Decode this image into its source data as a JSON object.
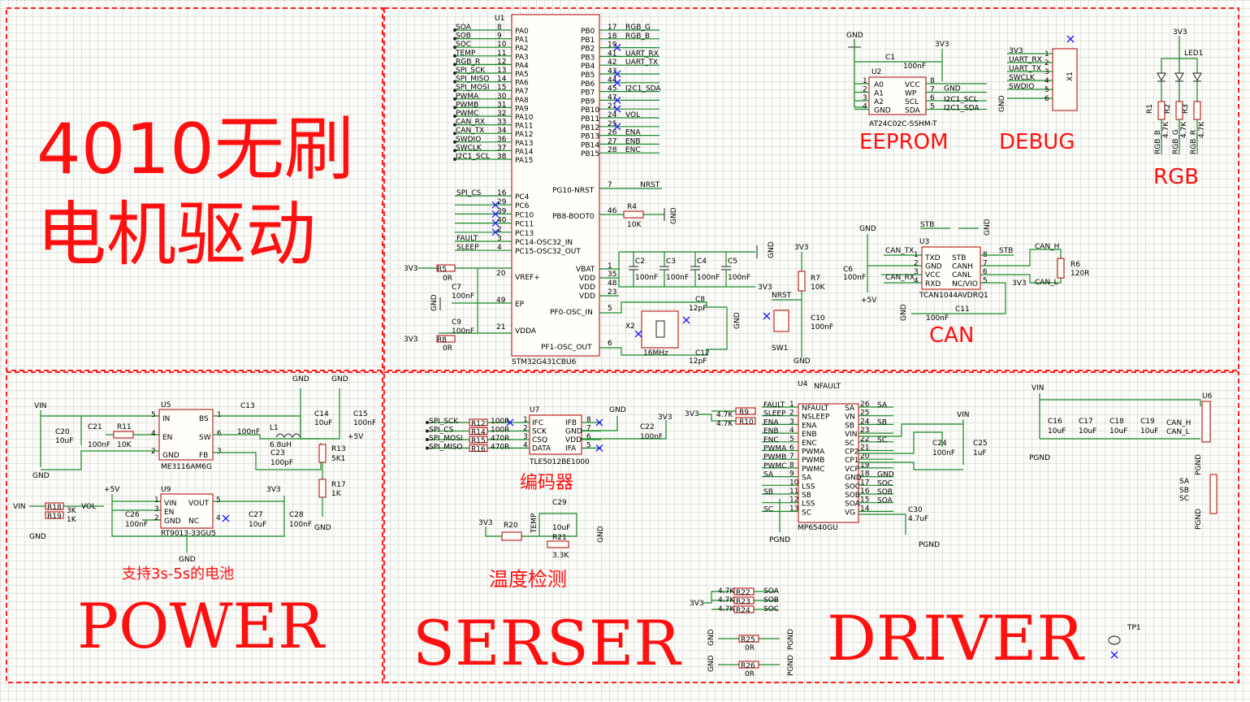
{
  "titles": {
    "main_line1": "4010无刷",
    "main_line2": "电机驱动",
    "eeprom": "EEPROM",
    "debug": "DEBUG",
    "rgb": "RGB",
    "can": "CAN",
    "power": "POWER",
    "battery_note": "支持3s-5s的电池",
    "encoder": "编码器",
    "temp": "温度检测",
    "serser": "SERSER",
    "driver": "DRIVER"
  },
  "mcu": {
    "ref": "U1",
    "part": "STM32G431CBU6",
    "left_pins": [
      {
        "net": "SOA",
        "num": "8",
        "name": "PA0"
      },
      {
        "net": "SOB",
        "num": "9",
        "name": "PA1"
      },
      {
        "net": "SOC",
        "num": "10",
        "name": "PA2"
      },
      {
        "net": "TEMP",
        "num": "11",
        "name": "PA3"
      },
      {
        "net": "RGB_R",
        "num": "12",
        "name": "PA4"
      },
      {
        "net": "SPI_SCK",
        "num": "13",
        "name": "PA5"
      },
      {
        "net": "SPI_MISO",
        "num": "14",
        "name": "PA6"
      },
      {
        "net": "SPI_MOSI",
        "num": "15",
        "name": "PA7"
      },
      {
        "net": "PWMA",
        "num": "30",
        "name": "PA8"
      },
      {
        "net": "PWMB",
        "num": "31",
        "name": "PA9"
      },
      {
        "net": "PWMC",
        "num": "32",
        "name": "PA10"
      },
      {
        "net": "CAN_RX",
        "num": "33",
        "name": "PA11"
      },
      {
        "net": "CAN_TX",
        "num": "34",
        "name": "PA12"
      },
      {
        "net": "SWDIO",
        "num": "36",
        "name": "PA13"
      },
      {
        "net": "SWCLK",
        "num": "37",
        "name": "PA14"
      },
      {
        "net": "I2C1_SCL",
        "num": "38",
        "name": "PA15"
      }
    ],
    "left_pins_c": [
      {
        "net": "SPI_CS",
        "num": "16",
        "name": "PC4"
      },
      {
        "net": "",
        "num": "29",
        "name": "PC6"
      },
      {
        "net": "",
        "num": "39",
        "name": "PC10"
      },
      {
        "net": "",
        "num": "40",
        "name": "PC11"
      },
      {
        "net": "",
        "num": "2",
        "name": "PC13"
      },
      {
        "net": "FAULT",
        "num": "3",
        "name": "PC14-OSC32_IN"
      },
      {
        "net": "SLEEP",
        "num": "4",
        "name": "PC15-OSC32_OUT"
      }
    ],
    "right_pins": [
      {
        "net": "RGB_G",
        "num": "17",
        "name": "PB0"
      },
      {
        "net": "RGB_B",
        "num": "18",
        "name": "PB1"
      },
      {
        "net": "",
        "num": "19",
        "name": "PB2"
      },
      {
        "net": "UART_RX",
        "num": "41",
        "name": "PB3"
      },
      {
        "net": "UART_TX",
        "num": "42",
        "name": "PB4"
      },
      {
        "net": "",
        "num": "43",
        "name": "PB5"
      },
      {
        "net": "",
        "num": "44",
        "name": "PB6"
      },
      {
        "net": "I2C1_SDA",
        "num": "45",
        "name": "PB7"
      },
      {
        "net": "",
        "num": "47",
        "name": "PB9"
      },
      {
        "net": "",
        "num": "21",
        "name": "PB10"
      },
      {
        "net": "VOL",
        "num": "24",
        "name": "PB11"
      },
      {
        "net": "",
        "num": "25",
        "name": "PB12"
      },
      {
        "net": "ENA",
        "num": "26",
        "name": "PB13"
      },
      {
        "net": "ENB",
        "num": "27",
        "name": "PB14"
      },
      {
        "net": "ENC",
        "num": "28",
        "name": "PB15"
      }
    ],
    "misc_pins": {
      "nrst": {
        "num": "7",
        "name": "PG10-NRST",
        "net": "NRST"
      },
      "boot": {
        "num": "46",
        "name": "PB8-BOOT0"
      },
      "vref": {
        "num": "20",
        "name": "VREF+"
      },
      "ep": {
        "num": "49",
        "name": "EP"
      },
      "vdda": {
        "num": "21",
        "name": "VDDA"
      },
      "vbat": {
        "num": "1",
        "name": "VBAT"
      },
      "vdd1": {
        "num": "35",
        "name": "VDD"
      },
      "vdd2": {
        "num": "48",
        "name": "VDD"
      },
      "vdd3": {
        "num": "23",
        "name": "VDD"
      },
      "osc_in": {
        "num": "5",
        "name": "PF0-OSC_IN"
      },
      "osc_out": {
        "num": "6",
        "name": "PF1-OSC_OUT"
      }
    }
  },
  "labels": {
    "gnd": "GND",
    "pgnd": "PGND",
    "v33": "3V3",
    "vin": "VIN",
    "p5v": "+5V",
    "nrst": "NRST",
    "stb": "STB",
    "can_h": "CAN_H",
    "can_l": "CAN_L",
    "can_tx": "CAN_TX",
    "can_rx": "CAN_RX",
    "sw1": "SW1",
    "x2": "X2",
    "x2_val": "16MHz",
    "tp1": "TP1",
    "nfault": "NFAULT"
  },
  "parts": {
    "R4": {
      "ref": "R4",
      "val": "10K"
    },
    "R5": {
      "ref": "R5",
      "val": "0R"
    },
    "R8": {
      "ref": "R8",
      "val": "0R"
    },
    "C7": {
      "ref": "C7",
      "val": "100nF"
    },
    "C9": {
      "ref": "C9",
      "val": "100nF"
    },
    "C2": {
      "ref": "C2",
      "val": "100nF"
    },
    "C3": {
      "ref": "C3",
      "val": "100nF"
    },
    "C4": {
      "ref": "C4",
      "val": "100nF"
    },
    "C5": {
      "ref": "C5",
      "val": "100nF"
    },
    "C8": {
      "ref": "C8",
      "val": "12pF"
    },
    "C12": {
      "ref": "C12",
      "val": "12pF"
    },
    "R7": {
      "ref": "R7",
      "val": "10K"
    },
    "C10": {
      "ref": "C10",
      "val": "100nF"
    },
    "C1": {
      "ref": "C1",
      "val": "100nF"
    },
    "U2": {
      "ref": "U2",
      "part": "AT24C02C-SSHM-T"
    },
    "X1": {
      "ref": "X1"
    },
    "LED1": {
      "ref": "LED1"
    },
    "R1": {
      "ref": "R1",
      "val": "4.7K"
    },
    "R2": {
      "ref": "R2",
      "val": "4.7K"
    },
    "R3": {
      "ref": "R3",
      "val": "4.7K"
    },
    "U3": {
      "ref": "U3",
      "part": "TCAN1044AVDRQ1"
    },
    "C6": {
      "ref": "C6",
      "val": "100nF"
    },
    "C11": {
      "ref": "C11",
      "val": "100nF"
    },
    "R6": {
      "ref": "R6",
      "val": "120R"
    },
    "U5": {
      "ref": "U5",
      "part": "ME3116AM6G"
    },
    "C20": {
      "ref": "C20",
      "val": "10uF"
    },
    "C21": {
      "ref": "C21",
      "val": "100nF"
    },
    "R11": {
      "ref": "R11",
      "val": "10K"
    },
    "C13": {
      "ref": "C13",
      "val": "100nF"
    },
    "L1": {
      "ref": "L1",
      "val": "6.8uH"
    },
    "C23": {
      "ref": "C23",
      "val": "100pF"
    },
    "C14": {
      "ref": "C14",
      "val": "10uF"
    },
    "C15": {
      "ref": "C15",
      "val": "100nF"
    },
    "R13": {
      "ref": "R13",
      "val": "5K1"
    },
    "R17": {
      "ref": "R17",
      "val": "1K"
    },
    "U9": {
      "ref": "U9",
      "part": "RT9013-33GU5"
    },
    "R18": {
      "ref": "R18",
      "val": "3K"
    },
    "R19": {
      "ref": "R19",
      "val": "1K"
    },
    "C26": {
      "ref": "C26",
      "val": "100nF"
    },
    "C27": {
      "ref": "C27",
      "val": "10uF"
    },
    "C28": {
      "ref": "C28",
      "val": "100nF"
    },
    "U7": {
      "ref": "U7",
      "part": "TLE5012BE1000"
    },
    "C22": {
      "ref": "C22",
      "val": "100nF"
    },
    "R20": {
      "ref": "R20"
    },
    "C29": {
      "ref": "C29",
      "val": "10uF"
    },
    "R21": {
      "ref": "R21",
      "val": "3.3K"
    },
    "U4": {
      "ref": "U4",
      "part": "MP6540GU"
    },
    "C24": {
      "ref": "C24",
      "val": "100nF"
    },
    "C25": {
      "ref": "C25",
      "val": "1uF"
    },
    "C30": {
      "ref": "C30",
      "val": "4.7uF"
    },
    "U6": {
      "ref": "U6"
    },
    "C16": {
      "ref": "C16",
      "val": "10uF"
    },
    "C17": {
      "ref": "C17",
      "val": "10uF"
    },
    "C18": {
      "ref": "C18",
      "val": "10uF"
    },
    "C19": {
      "ref": "C19",
      "val": "10uF"
    },
    "R9": {
      "ref": "R9",
      "val": "4.7K"
    },
    "R10": {
      "ref": "R10",
      "val": "4.7K"
    },
    "R22": {
      "ref": "R22",
      "val": "4.7K"
    },
    "R23": {
      "ref": "R23",
      "val": "4.7K"
    },
    "R24": {
      "ref": "R24",
      "val": "4.7K"
    },
    "R25": {
      "ref": "R25",
      "val": "0R"
    },
    "R26": {
      "ref": "R26",
      "val": "0R"
    }
  },
  "eeprom_pins": {
    "left": [
      "A0",
      "A1",
      "A2",
      "GND"
    ],
    "left_nums": [
      "1",
      "2",
      "3",
      "4"
    ],
    "right": [
      "VCC",
      "WP",
      "SCL",
      "SDA"
    ],
    "right_nums": [
      "8",
      "7",
      "6",
      "5"
    ],
    "right_nets": [
      "",
      "GND",
      "I2C1_SCL",
      "I2C1_SDA"
    ]
  },
  "debug_nets": [
    "3V3",
    "UART_RX",
    "UART_TX",
    "SWCLK",
    "SWDIO",
    "GND"
  ],
  "rgb_nets": [
    "RGB_B",
    "RGB_G",
    "RGB_R"
  ],
  "can_pins": {
    "left": [
      "TXD",
      "GND",
      "VCC",
      "RXD"
    ],
    "left_nums": [
      "1",
      "2",
      "3",
      "4"
    ],
    "right": [
      "STB",
      "CANH",
      "CANL",
      "NC/VIO"
    ],
    "right_nums": [
      "8",
      "7",
      "6",
      "5"
    ]
  },
  "u5_pins": {
    "left": [
      "IN",
      "EN",
      "GND"
    ],
    "left_nums": [
      "5",
      "4",
      "2"
    ],
    "right": [
      "BS",
      "SW",
      "FB"
    ],
    "right_nums": [
      "1",
      "6",
      "3"
    ]
  },
  "u9_pins": {
    "left": [
      "VIN",
      "EN",
      "GND"
    ],
    "left_nums": [
      "1",
      "3",
      "2"
    ],
    "right": [
      "VOUT",
      "NC"
    ],
    "right_nums": [
      "5",
      "4"
    ]
  },
  "u7_pins": {
    "left": [
      "IFC",
      "SCK",
      "CSQ",
      "DATA"
    ],
    "left_nums": [
      "1",
      "2",
      "3",
      "4"
    ],
    "right": [
      "IFB",
      "GND",
      "VDD",
      "IFA"
    ],
    "right_nums": [
      "8",
      "7",
      "6",
      "5"
    ],
    "nets": [
      "SPI_SCK",
      "SPI_CS",
      "SPI_MOSI",
      "SPI_MISO"
    ],
    "resistors": [
      "R12",
      "R14",
      "R15",
      "R16"
    ],
    "res_vals": [
      "100R",
      "100R",
      "470R",
      "470R"
    ]
  },
  "u4_pins": {
    "left": [
      "NFAULT",
      "NSLEEP",
      "ENA",
      "ENB",
      "ENC",
      "PWMA",
      "PWMB",
      "PWMC",
      "SA",
      "LSS",
      "SB",
      "LSS",
      "SC"
    ],
    "left_nets": [
      "FAULT",
      "SLEEP",
      "ENA",
      "ENB",
      "ENC",
      "PWMA",
      "PWMB",
      "PWMC",
      "SA",
      "",
      "SB",
      "",
      "SC"
    ],
    "left_nums": [
      "1",
      "2",
      "3",
      "4",
      "5",
      "6",
      "7",
      "8",
      "9",
      "10",
      "11",
      "12",
      "13"
    ],
    "right": [
      "SA",
      "VN",
      "SB",
      "VIN",
      "SC",
      "CP2",
      "CP1",
      "VCP",
      "GND",
      "SOC",
      "SOB",
      "SOA",
      "VG"
    ],
    "right_nets": [
      "SA",
      "",
      "SB",
      "",
      "SC",
      "",
      "",
      "",
      "GND",
      "SOC",
      "SOB",
      "SOA",
      ""
    ],
    "right_nums": [
      "26",
      "25",
      "24",
      "23",
      "22",
      "21",
      "20",
      "19",
      "18",
      "17",
      "16",
      "15",
      "14"
    ]
  },
  "u6_nets": [
    "CAN_H",
    "CAN_L"
  ],
  "sense_nets": [
    "SA",
    "SB",
    "SC"
  ],
  "so_nets": [
    "SOA",
    "SOB",
    "SOC"
  ]
}
